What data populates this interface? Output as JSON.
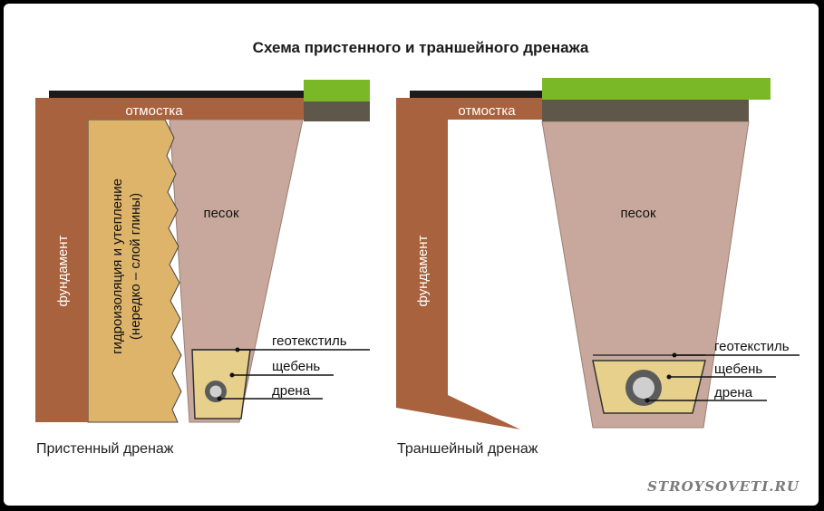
{
  "title": "Схема пристенного и траншейного дренажа",
  "wall": {
    "label_fundament": "фундамент",
    "label_otmostka": "отмостка",
    "label_insulation_1": "гидроизоляция и утепление",
    "label_insulation_2": "(нередко – слой глины)",
    "label_sand": "песок",
    "label_geotextile": "геотекстиль",
    "label_gravel": "щебень",
    "label_drain": "дрена",
    "caption": "Пристенный дренаж"
  },
  "trench": {
    "label_fundament": "фундамент",
    "label_otmostka": "отмостка",
    "label_sand": "песок",
    "label_geotextile": "геотекстиль",
    "label_gravel": "щебень",
    "label_drain": "дрена",
    "caption": "Траншейный дренаж"
  },
  "watermark": "STROYSOVETI.RU",
  "colors": {
    "foundation": "#a8623d",
    "sand": "#c8a89c",
    "insulation": "#ddb46a",
    "gravel": "#e7cf8c",
    "grass": "#7bb827",
    "soil_dark": "#5f584a",
    "asphalt": "#1b1b1b",
    "pipe": "#5b5b5b",
    "pipe_inner": "#cfcfcf"
  }
}
